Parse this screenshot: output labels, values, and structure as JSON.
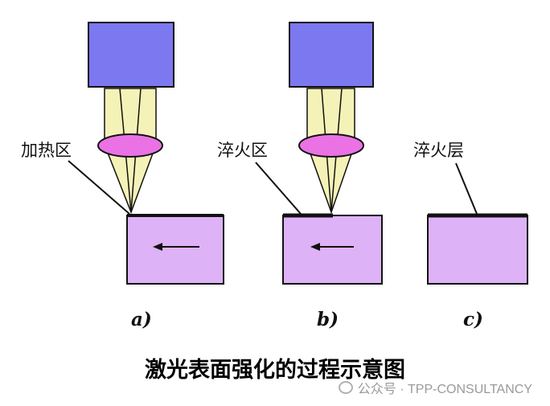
{
  "colors": {
    "laser_head": "#7b78f0",
    "beam": "#f5f2b8",
    "lens": "#ea72e4",
    "workpiece": "#deb2f6",
    "stroke": "#111111"
  },
  "panels": [
    {
      "label": "加热区",
      "sublabel": "a)",
      "has_laser": true,
      "has_arrow": true
    },
    {
      "label": "淬火区",
      "sublabel": "b)",
      "has_laser": true,
      "has_arrow": true
    },
    {
      "label": "淬火层",
      "sublabel": "c)",
      "has_laser": false,
      "has_arrow": false
    }
  ],
  "caption": "激光表面强化的过程示意图",
  "watermark": {
    "text": "公众号 · TPP-CONSULTANCY",
    "icon": "wechat-icon"
  }
}
